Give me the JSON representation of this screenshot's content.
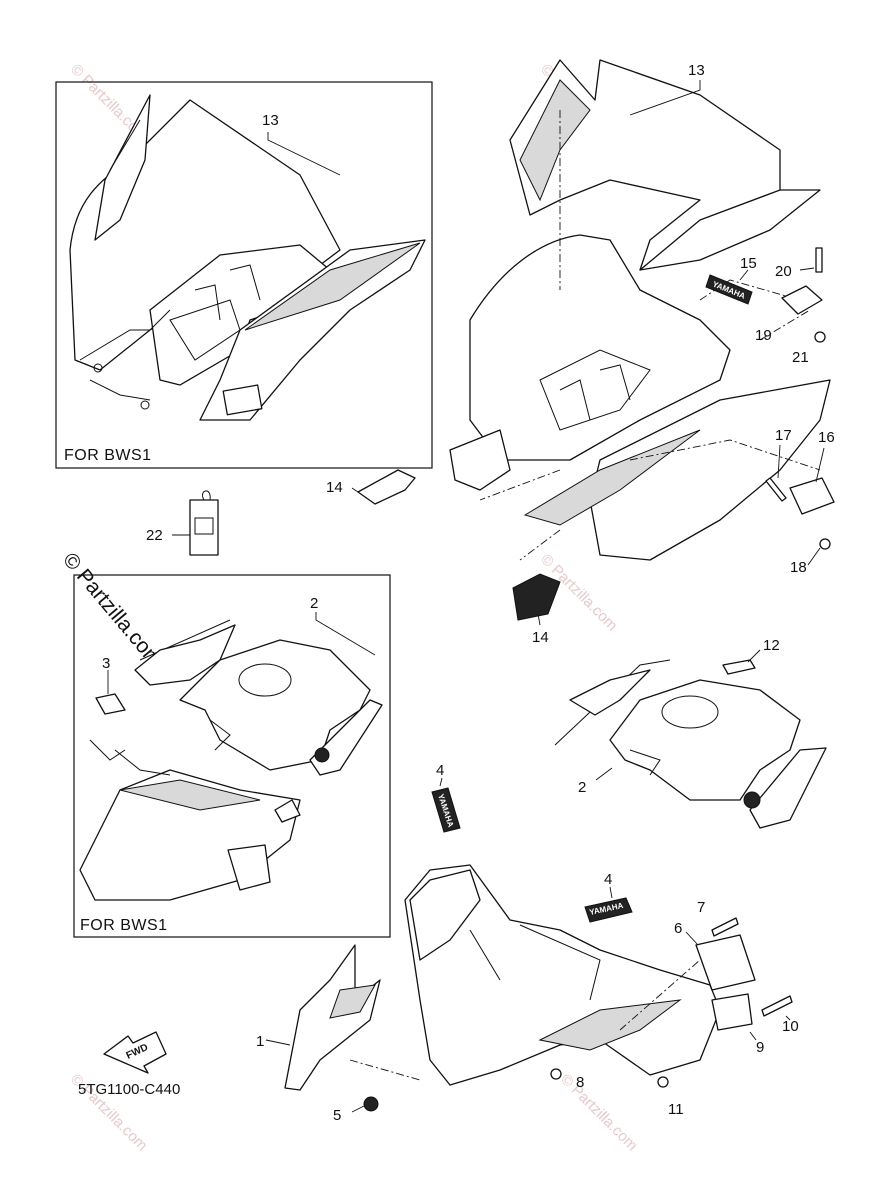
{
  "diagram_code": "5TG1100-C440",
  "logo_text": "© Partzilla.com",
  "watermark_text": "© Partzilla.com",
  "boxes": {
    "top_left_label": "FOR BWS1",
    "middle_left_label": "FOR BWS1"
  },
  "fwd_arrow_label": "FWD",
  "decal_brand": "YAMAHA",
  "callouts": {
    "c1": "1",
    "c2a": "2",
    "c2b": "2",
    "c3": "3",
    "c4a": "4",
    "c4b": "4",
    "c5": "5",
    "c6": "6",
    "c7": "7",
    "c8": "8",
    "c9": "9",
    "c10": "10",
    "c11": "11",
    "c12": "12",
    "c13a": "13",
    "c13b": "13",
    "c14a": "14",
    "c14b": "14",
    "c15": "15",
    "c16": "16",
    "c17": "17",
    "c18": "18",
    "c19": "19",
    "c20": "20",
    "c21": "21",
    "c22": "22"
  }
}
